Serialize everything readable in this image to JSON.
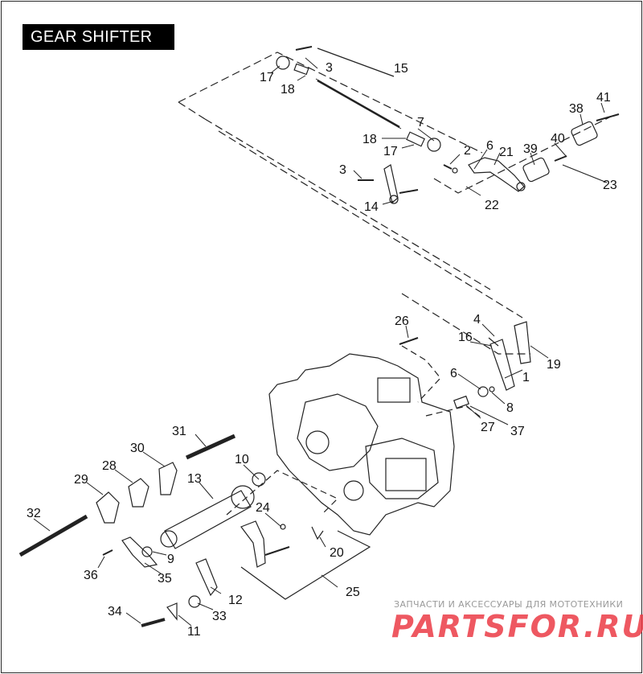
{
  "title": "GEAR SHIFTER",
  "callouts": [
    "3",
    "15",
    "17",
    "18",
    "7",
    "18",
    "17",
    "2",
    "6",
    "21",
    "41",
    "38",
    "40",
    "39",
    "23",
    "3",
    "14",
    "22",
    "26",
    "4",
    "16",
    "19",
    "1",
    "6",
    "8",
    "27",
    "37",
    "31",
    "30",
    "28",
    "29",
    "10",
    "13",
    "24",
    "32",
    "20",
    "9",
    "36",
    "35",
    "12",
    "25",
    "34",
    "11",
    "33"
  ],
  "watermark": {
    "tagline": "ЗАПЧАСТИ И АКСЕССУАРЫ ДЛЯ МОТОТЕХНИКИ",
    "brand": "PARTSFOR.RU"
  }
}
